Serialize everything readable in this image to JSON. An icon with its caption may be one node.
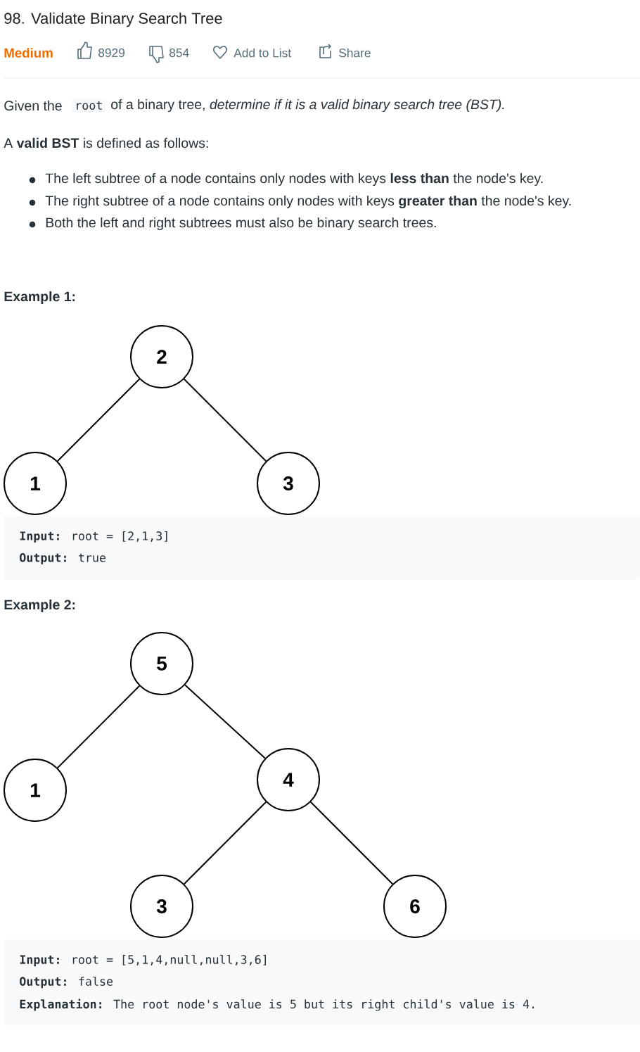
{
  "diagram": {
    "title": "98. Validate Binary Search Tree",
    "nodes": [
      {
        "text": [
          "2"
        ]
      },
      {
        "text": [
          "1"
        ]
      },
      {
        "text": [
          "3"
        ]
      },
      {
        "text": [
          "5"
        ]
      },
      {
        "text": [
          "1"
        ]
      },
      {
        "text": [
          "4"
        ]
      },
      {
        "text": [
          "3"
        ]
      },
      {
        "text": [
          "6"
        ]
      }
    ],
    "edges": [
      {
        "from": 0,
        "to": 1,
        "arrow": "none"
      },
      {
        "from": 0,
        "to": 2,
        "arrow": "none"
      },
      {
        "from": 3,
        "to": 4,
        "arrow": "none"
      },
      {
        "from": 3,
        "to": 5,
        "arrow": "none"
      },
      {
        "from": 5,
        "to": 6,
        "arrow": "none"
      },
      {
        "from": 5,
        "to": 7,
        "arrow": "none"
      }
    ],
    "labels": [
      "Medium",
      "8929",
      "854",
      "Add to List",
      "Share",
      "Given the",
      "root",
      "of a binary tree, *determine if it is a valid binary search tree (BST).*",
      "A **valid BST** is defined as follows:",
      "The left subtree of a node contains only nodes with keys **less than** the node's key.",
      "The right subtree of a node contains only nodes with keys **greater than** the node's key.",
      "Both the left and right subtrees must also be binary search trees.",
      "Example 1:",
      "**Input:** root = [2,1,3]",
      "**Output:** true",
      "Example 2:",
      "**Input:** root = [5,1,4,null,null,3,6]",
      "**Output:** false",
      "**Explanation:** The root node's value is 5 but its right child's value is 4."
    ]
  }
}
